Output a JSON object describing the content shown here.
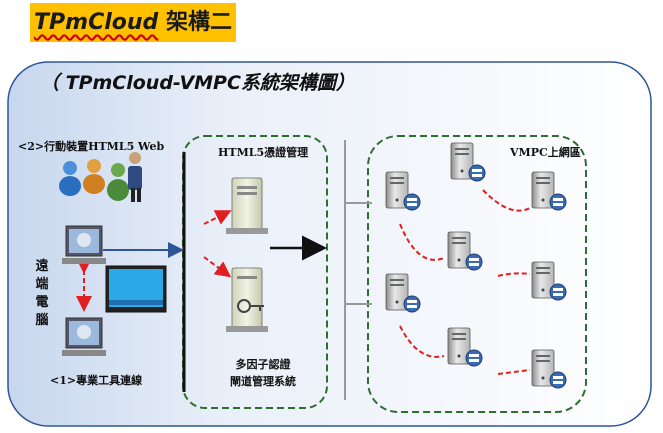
{
  "slide_title": {
    "brand": "TPmCloud",
    "suffix": "架構二"
  },
  "diagram_title": "（ TPmCloud-VMPC系統架構圖）",
  "labels": {
    "mobile": "<2>行動裝置HTML5 Web",
    "html5_auth": "HTML5憑證管理",
    "vmpc_zone": "VMPC上網區",
    "mfa_line1": "多因子認證",
    "mfa_line2": "閘道管理系統",
    "remote_pc": "遠端電腦",
    "pro_tool": "<1>專業工具連線"
  },
  "colors": {
    "title_bg": "#ffc000",
    "panel_fill": "#dbe6f4",
    "panel_border": "#2e5597",
    "group_border": "#2f6e2f",
    "connector": "#e02020",
    "arrow_blue": "#2e5597"
  },
  "icons": [
    "users-icon",
    "remote-pc-icon",
    "laptop-screen-icon",
    "auth-server-icon",
    "key-server-icon",
    "vm-server-icon"
  ]
}
